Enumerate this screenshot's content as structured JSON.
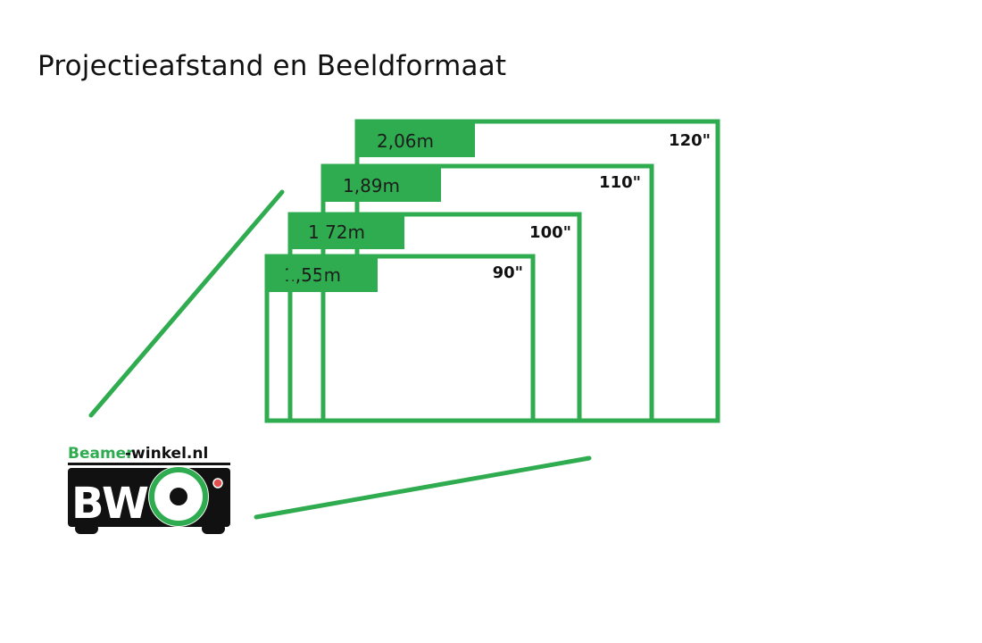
{
  "title": "Projectieafstand en Beeldformaat",
  "colors": {
    "accent": "#2fac4f",
    "frame": "#2fac4f",
    "text": "#111111",
    "logo_body": "#111111",
    "logo_dot": "#e05050"
  },
  "screens": [
    {
      "size": "120\"",
      "distance": "2,06m"
    },
    {
      "size": "110\"",
      "distance": "1,89m"
    },
    {
      "size": "100\"",
      "distance": "1,72m"
    },
    {
      "size": "90\"",
      "distance": "1,55m"
    }
  ],
  "logo": {
    "brand_part1": "Beamer",
    "brand_part2": "-winkel.nl",
    "letters": "BW"
  }
}
